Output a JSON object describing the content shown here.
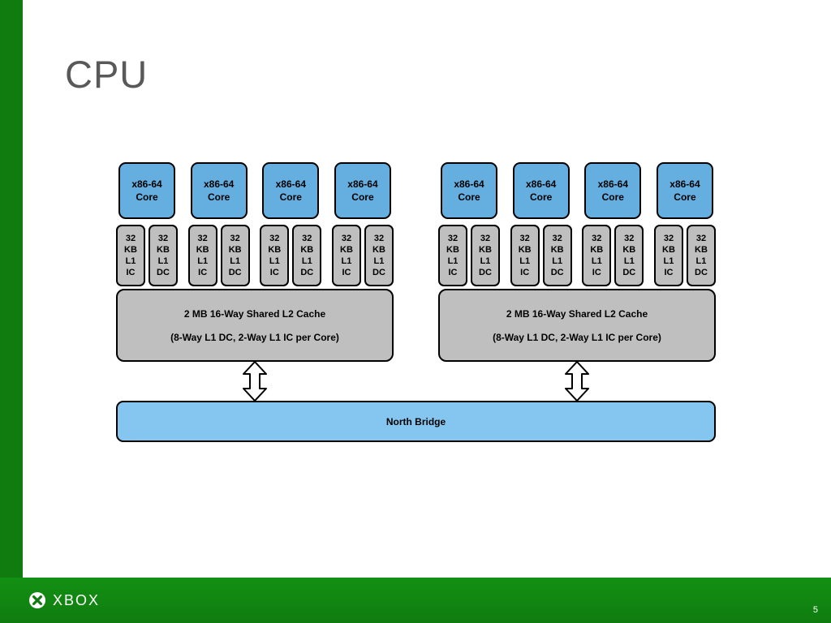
{
  "slide": {
    "title": "CPU",
    "page_number": "5",
    "footer_brand": "XBOX"
  },
  "diagram": {
    "core_label": "x86-64\nCore",
    "l1_ic_label": "32\nKB\nL1\nIC",
    "l1_dc_label": "32\nKB\nL1\nDC",
    "l2_cache_title": "2 MB 16-Way Shared L2 Cache",
    "l2_cache_subtitle": "(8-Way L1 DC, 2-Way L1 IC per Core)",
    "north_bridge_label": "North Bridge"
  },
  "colors": {
    "accent_green": "#107C10",
    "footer_green_top": "#129012",
    "core_fill": "#64AEE0",
    "gray_fill": "#BFBFBF",
    "north_bridge_fill": "#85C6F0"
  }
}
